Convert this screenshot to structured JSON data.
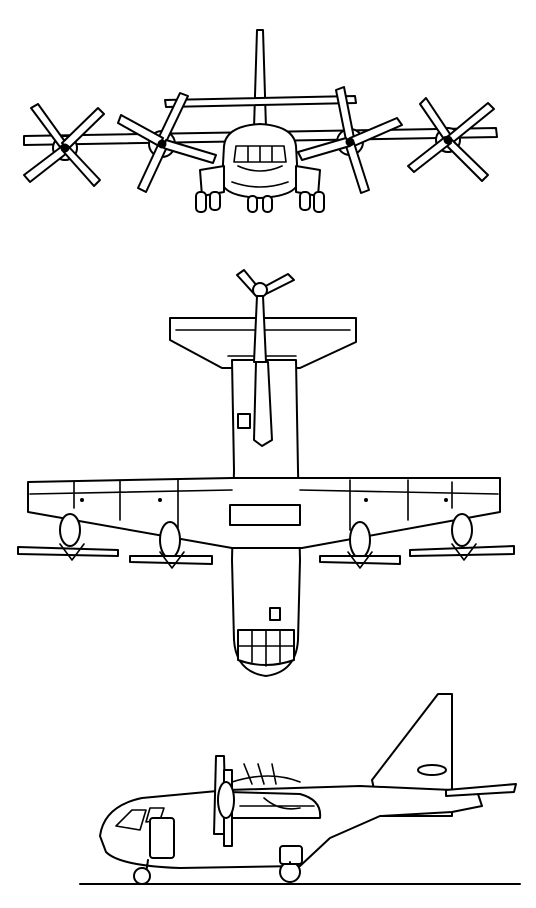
{
  "drawing": {
    "views": [
      "front-view",
      "top-view",
      "side-view"
    ],
    "line_color": "#000000",
    "background": "#ffffff"
  }
}
